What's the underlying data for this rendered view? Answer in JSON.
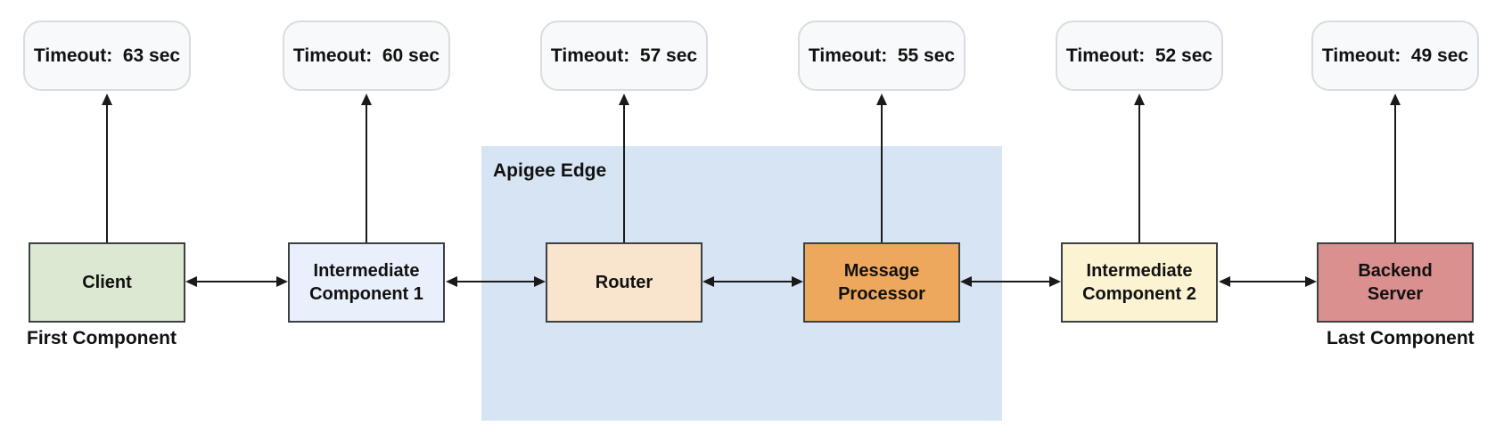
{
  "diagram": {
    "background_color": "#ffffff",
    "line_color": "#1a1a1a",
    "box_border_color": "#3d4043",
    "callout_fill_color": "#f7f9fa",
    "callout_border_color": "#d9dce1",
    "group": {
      "label": "Apigee Edge",
      "color": "#d6e4f4"
    },
    "columns": [
      {
        "timeout": "Timeout:  63 sec",
        "label": "Client",
        "color": "#dce8d2",
        "note": "First Component"
      },
      {
        "timeout": "Timeout:  60 sec",
        "label": "Intermediate Component 1",
        "color": "#e9f0fb"
      },
      {
        "timeout": "Timeout:  57 sec",
        "label": "Router",
        "color": "#f9e5cd"
      },
      {
        "timeout": "Timeout:  55 sec",
        "label": "Message Processor",
        "color": "#eea85e"
      },
      {
        "timeout": "Timeout:  52 sec",
        "label": "Intermediate Component 2",
        "color": "#fbf3d2"
      },
      {
        "timeout": "Timeout:  49 sec",
        "label": "Backend Server",
        "color": "#d9908e",
        "note": "Last Component"
      }
    ]
  }
}
